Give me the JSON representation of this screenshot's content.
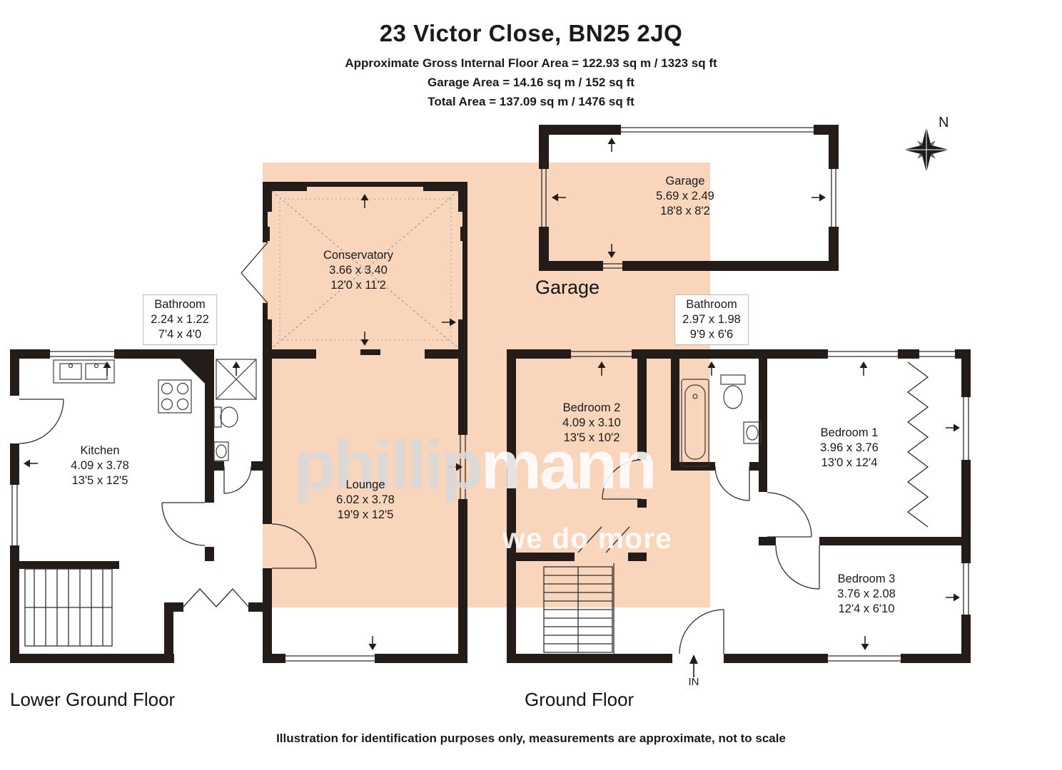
{
  "header": {
    "title": "23 Victor Close, BN25 2JQ",
    "gross_area": "Approximate Gross Internal Floor Area = 122.93 sq m / 1323 sq ft",
    "garage_area": "Garage  Area = 14.16 sq m / 152 sq ft",
    "total_area": "Total Area = 137.09 sq m / 1476 sq ft"
  },
  "compass": {
    "north": "N"
  },
  "watermark": {
    "part1": "phillip",
    "part2": "mann",
    "tagline": "we do more"
  },
  "rooms": {
    "conservatory": {
      "name": "Conservatory",
      "metric": "3.66 x 3.40",
      "imperial": "12'0 x 11'2"
    },
    "garage": {
      "name": "Garage",
      "metric": "5.69 x 2.49",
      "imperial": "18'8 x 8'2"
    },
    "bathroom_lower": {
      "name": "Bathroom",
      "metric": "2.24 x 1.22",
      "imperial": "7'4 x 4'0"
    },
    "bathroom_ground": {
      "name": "Bathroom",
      "metric": "2.97 x 1.98",
      "imperial": "9'9 x 6'6"
    },
    "kitchen": {
      "name": "Kitchen",
      "metric": "4.09 x 3.78",
      "imperial": "13'5 x 12'5"
    },
    "lounge": {
      "name": "Lounge",
      "metric": "6.02 x 3.78",
      "imperial": "19'9 x 12'5"
    },
    "bedroom1": {
      "name": "Bedroom 1",
      "metric": "3.96 x 3.76",
      "imperial": "13'0 x 12'4"
    },
    "bedroom2": {
      "name": "Bedroom 2",
      "metric": "4.09 x 3.10",
      "imperial": "13'5 x 10'2"
    },
    "bedroom3": {
      "name": "Bedroom 3",
      "metric": "3.76 x 2.08",
      "imperial": "12'4 x 6'10"
    }
  },
  "sections": {
    "garage_label": "Garage",
    "lower_ground_floor": "Lower Ground Floor",
    "ground_floor": "Ground Floor"
  },
  "entrance": {
    "label": "IN"
  },
  "footer": {
    "disclaimer": "Illustration for identification purposes only, measurements are approximate, not to scale"
  },
  "colors": {
    "highlight": "#f8d5bb",
    "wall": "#241c18"
  }
}
